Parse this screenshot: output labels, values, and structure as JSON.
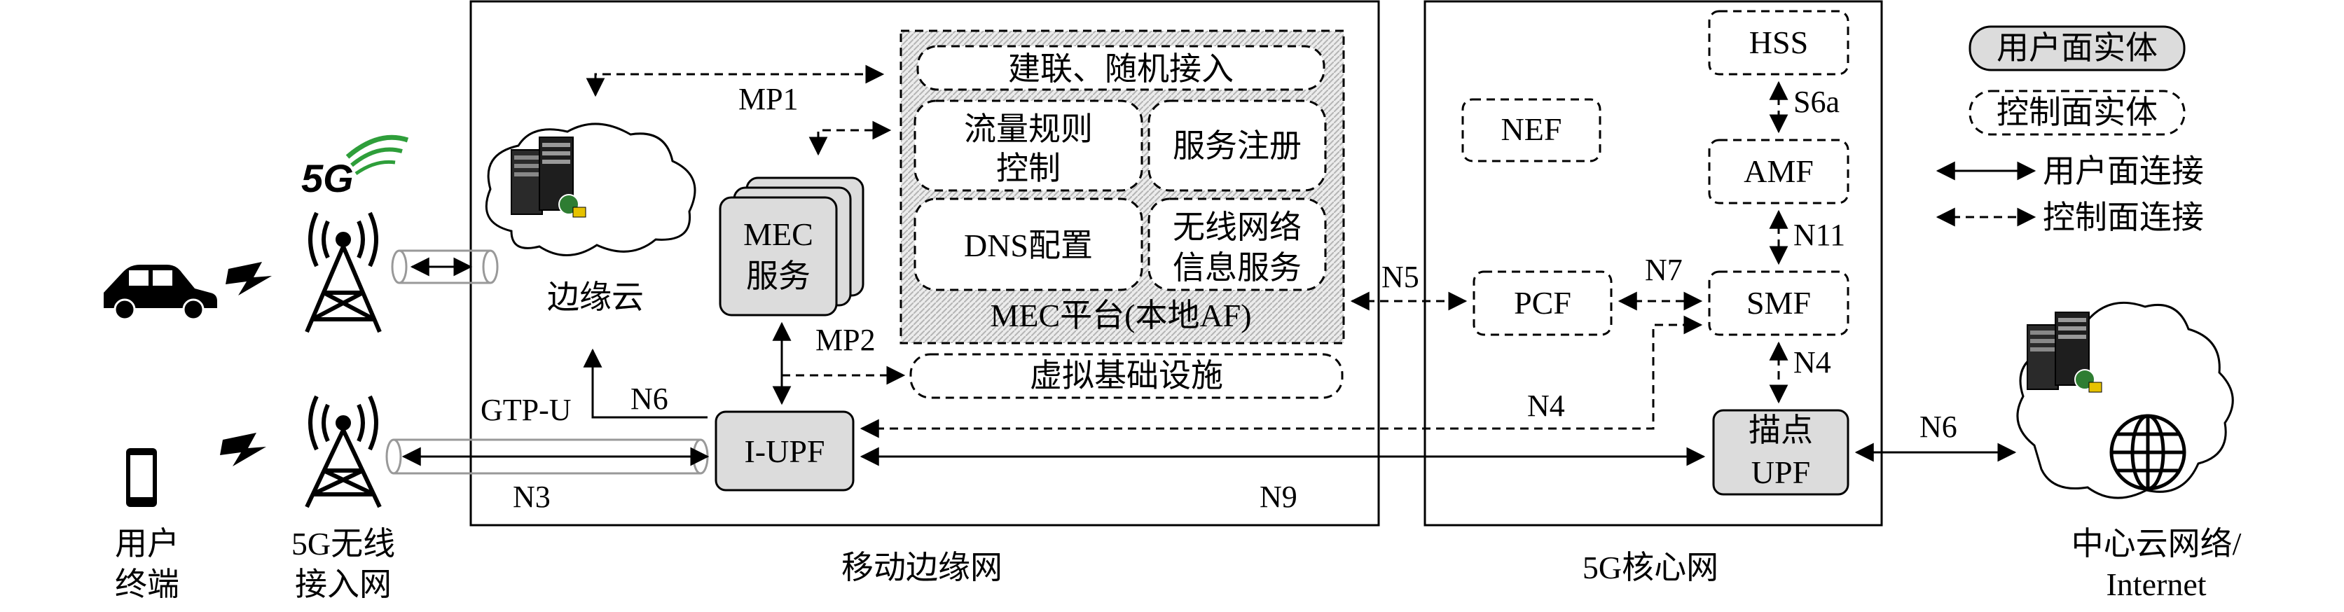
{
  "colors": {
    "line": "#000000",
    "user_plane_fill": "#dcdcdc",
    "platform_hatch": "#c8c8c8",
    "network_5g_green": "#2e9e3a"
  },
  "icons": {
    "car": "car-icon",
    "phone": "phone-icon",
    "signal": "lightning-icon",
    "tower": "cell-tower-icon",
    "logo_5g": "5g-logo",
    "server": "server-icon",
    "cloud": "cloud-icon",
    "globe": "globe-icon"
  },
  "legend": {
    "user_plane_entity": "用户面实体",
    "control_plane_entity": "控制面实体",
    "user_plane_link": "用户面连接",
    "control_plane_link": "控制面连接"
  },
  "left": {
    "user_terminal": [
      "用户",
      "终端"
    ],
    "radio_access": [
      "5G无线",
      "接入网"
    ],
    "logo_5g": "5G"
  },
  "mec": {
    "region_label": "移动边缘网",
    "edge_cloud": "边缘云",
    "mec_service": [
      "MEC",
      "服务"
    ],
    "platform_label": "MEC平台(本地AF)",
    "platform_items": {
      "link_access": "建联、随机接入",
      "traffic_rule": [
        "流量规则",
        "控制"
      ],
      "service_register": "服务注册",
      "dns": "DNS配置",
      "rnis": [
        "无线网络",
        "信息服务"
      ]
    },
    "virtual_infra": "虚拟基础设施",
    "iupf": "I-UPF",
    "gtpu": "GTP-U"
  },
  "core": {
    "region_label": "5G核心网",
    "hss": "HSS",
    "nef": "NEF",
    "amf": "AMF",
    "pcf": "PCF",
    "smf": "SMF",
    "anchor_upf": [
      "描点",
      "UPF"
    ]
  },
  "center": {
    "label": [
      "中心云网络/",
      "Internet"
    ]
  },
  "links": {
    "mp1": "MP1",
    "mp2": "MP2",
    "n6_edge": "N6",
    "n3": "N3",
    "n9": "N9",
    "n5": "N5",
    "n7": "N7",
    "n4_iupf": "N4",
    "n4_upf": "N4",
    "n11": "N11",
    "s6a": "S6a",
    "n6_center": "N6"
  }
}
